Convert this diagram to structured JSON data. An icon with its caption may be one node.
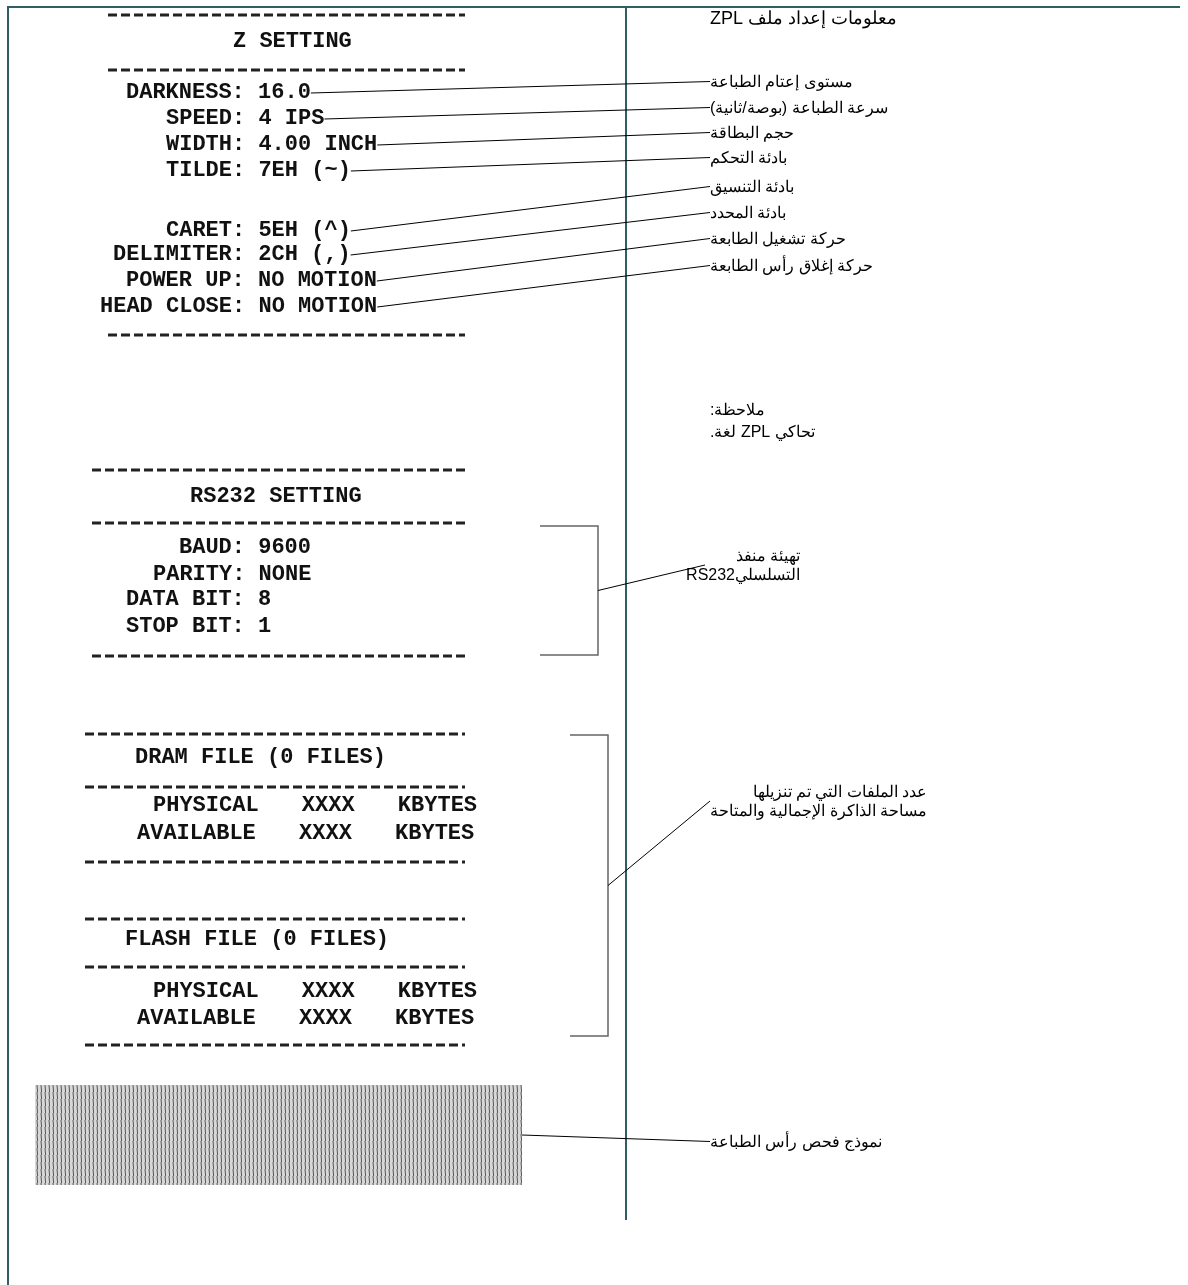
{
  "diagram": {
    "title": "معلومات إعداد ملف ZPL",
    "nodes": [
      {
        "text": [
          "DARKNESS: 16.0"
        ]
      },
      {
        "text": [
          "SPEED: 4 IPS"
        ]
      },
      {
        "text": [
          "WIDTH: 4.00 INCH"
        ]
      },
      {
        "text": [
          "TILDE: 7EH (~)"
        ]
      },
      {
        "text": [
          "CARET: 5EH (^)"
        ]
      },
      {
        "text": [
          "DELIMITER: 2CH (,)"
        ]
      },
      {
        "text": [
          "POWER UP: NO MOTION"
        ]
      },
      {
        "text": [
          "HEAD CLOSE: NO MOTION"
        ]
      },
      {
        "text": [
          "مستوى إعتام الطباعة"
        ]
      },
      {
        "text": [
          "سرعة الطباعة (بوصة/ثانية)"
        ]
      },
      {
        "text": [
          "حجم البطاقة"
        ]
      },
      {
        "text": [
          "بادئة التحكم"
        ]
      },
      {
        "text": [
          "بادئة التنسيق"
        ]
      },
      {
        "text": [
          "بادئة المحدد"
        ]
      },
      {
        "text": [
          "حركة تشغيل الطابعة"
        ]
      },
      {
        "text": [
          "حركة إغلاق رأس الطابعة"
        ]
      },
      {
        "text": [
          "تهيئة منفذ التسلسليRS232"
        ]
      },
      {
        "text": [
          "عدد الملفات التي تم تنزيلها",
          "مساحة الذاكرة الإجمالية والمتاحة"
        ]
      },
      {
        "text": [],
        "shape": "box"
      },
      {
        "text": [
          "نموذج فحص رأس الطباعة"
        ]
      },
      {
        "text": [],
        "shape": "bracket"
      },
      {
        "text": [],
        "shape": "bracket"
      }
    ],
    "edges": [
      {
        "from": 8,
        "to": 0,
        "arrow": "none"
      },
      {
        "from": 9,
        "to": 1,
        "arrow": "none"
      },
      {
        "from": 10,
        "to": 2,
        "arrow": "none"
      },
      {
        "from": 11,
        "to": 3,
        "arrow": "none"
      },
      {
        "from": 12,
        "to": 4,
        "arrow": "none"
      },
      {
        "from": 13,
        "to": 5,
        "arrow": "none"
      },
      {
        "from": 14,
        "to": 6,
        "arrow": "none"
      },
      {
        "from": 15,
        "to": 7,
        "arrow": "none"
      },
      {
        "from": 16,
        "to": 20,
        "arrow": "none"
      },
      {
        "from": 17,
        "to": 21,
        "arrow": "none"
      },
      {
        "from": 19,
        "to": 18,
        "arrow": "none"
      }
    ],
    "labels": [
      "Z SETTING",
      "ملاحظة:",
      "تحاكي ZPL لغة.",
      "RS232 SETTING",
      "BAUD: 9600",
      "PARITY: NONE",
      "DATA BIT: 8",
      "STOP BIT: 1",
      "DRAM FILE (0 FILES)",
      "PHYSICAL XXXX KBYTES",
      "AVAILABLE XXXX KBYTES",
      "FLASH FILE (0 FILES)",
      "PHYSICAL XXXX KBYTES",
      "AVAILABLE XXXX KBYTES"
    ]
  }
}
